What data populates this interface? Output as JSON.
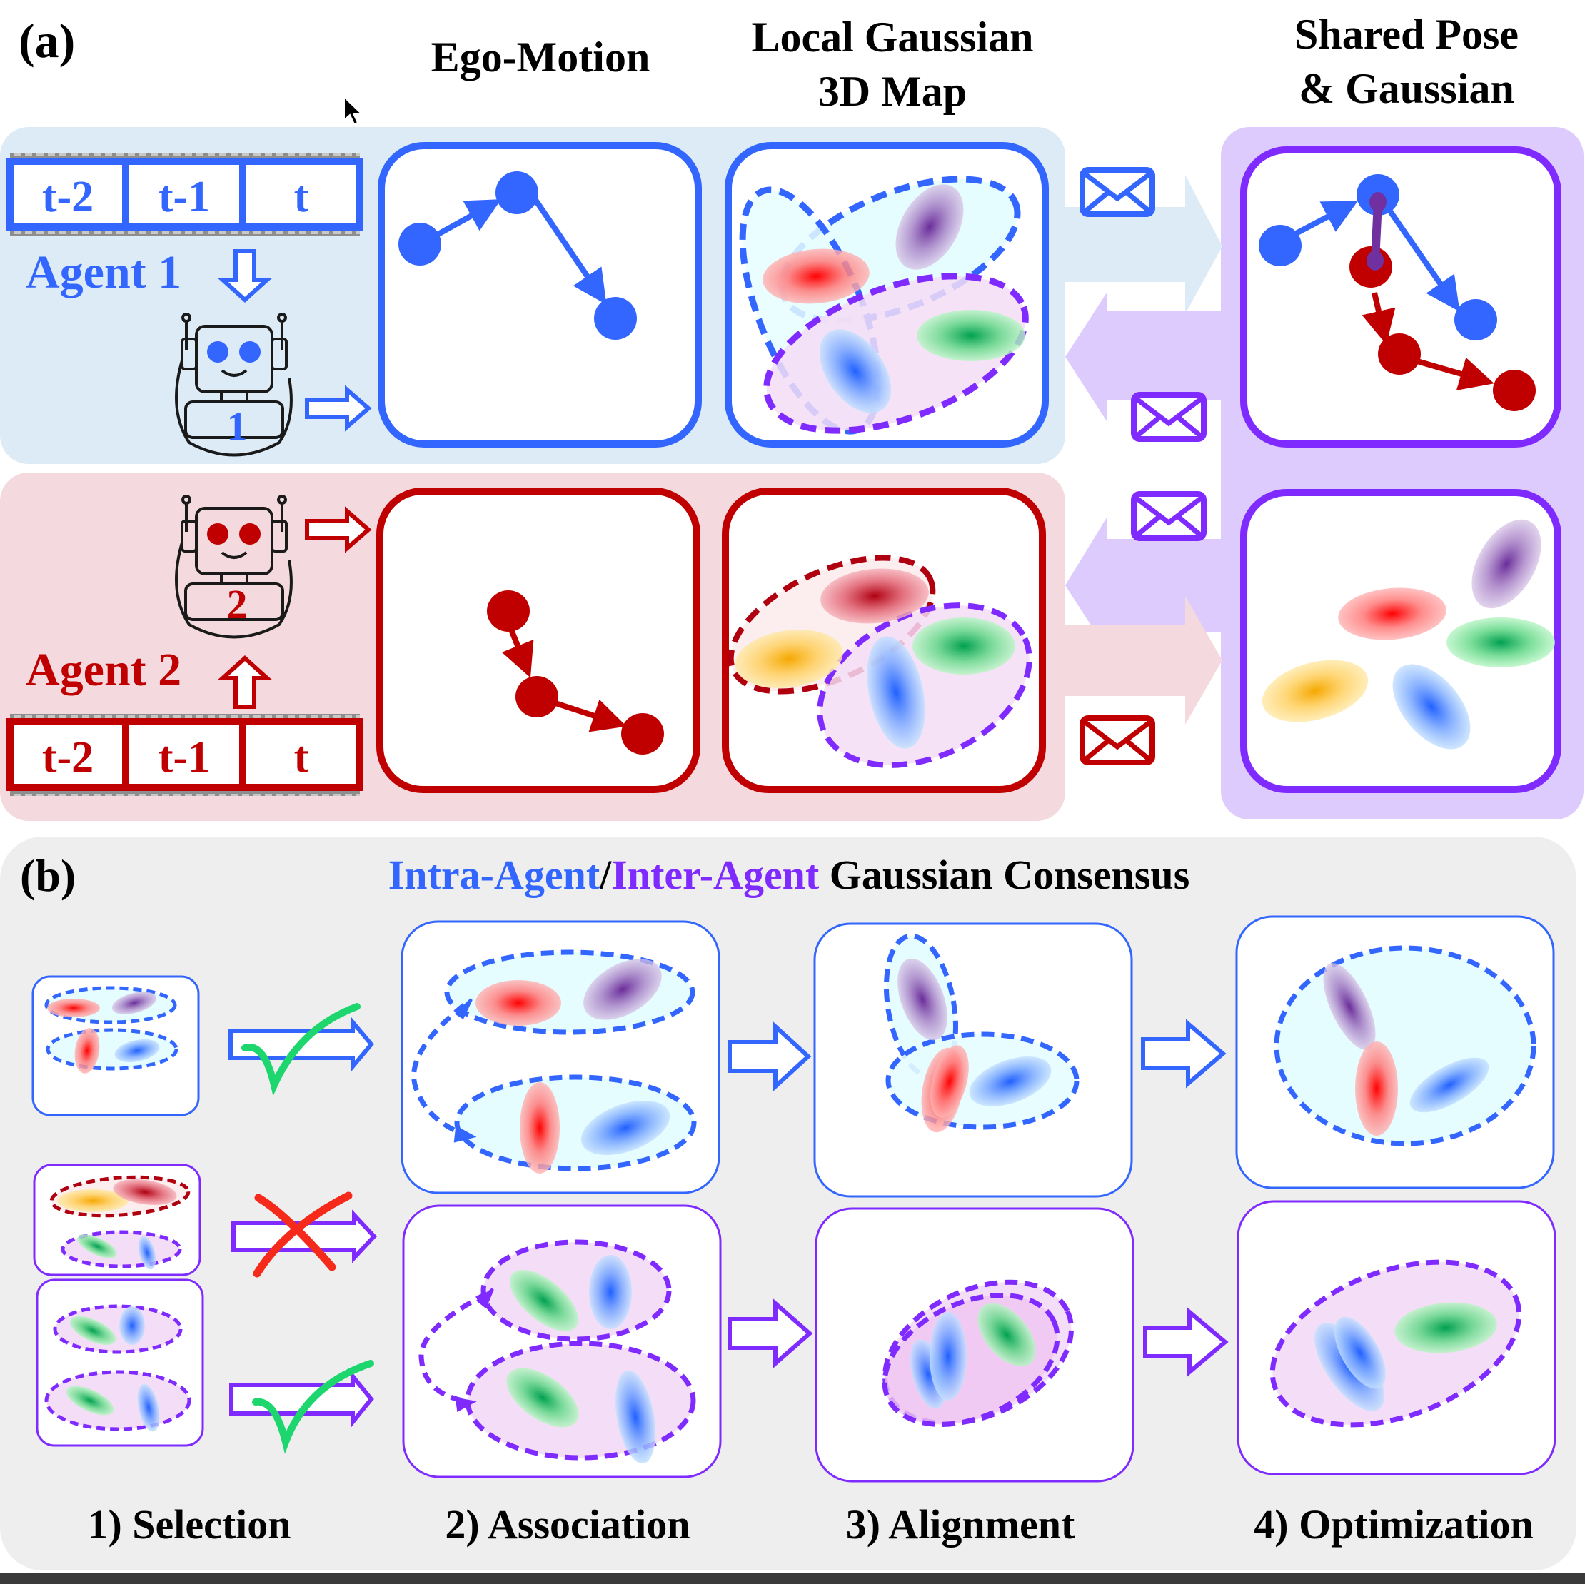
{
  "colors": {
    "blue": "#3366FF",
    "red": "#C00000",
    "purple": "#7F2BFF",
    "agent1_bg": "#DDEBF7",
    "agent2_bg": "#F4D9DE",
    "shared_bg": "#DCCBFC",
    "panel_b_bg": "#EEEEEE",
    "check_green": "#1ED66E",
    "cross_red": "#F52A1A"
  },
  "part_a": {
    "label": "(a)",
    "headings": {
      "ego_motion": "Ego-Motion",
      "local_map_line1": "Local Gaussian",
      "local_map_line2": "3D Map",
      "shared_line1": "Shared Pose",
      "shared_line2": "& Gaussian"
    },
    "agent1": {
      "name": "Agent 1",
      "robot_number": "1",
      "frames": [
        "t-2",
        "t-1",
        "t"
      ]
    },
    "agent2": {
      "name": "Agent 2",
      "robot_number": "2",
      "frames": [
        "t-2",
        "t-1",
        "t"
      ]
    }
  },
  "part_b": {
    "label": "(b)",
    "title_intra": "Intra-Agent",
    "title_sep": "/",
    "title_inter": "Inter-Agent",
    "title_rest": " Gaussian Consensus",
    "steps": [
      "1) Selection",
      "2) Association",
      "3) Alignment",
      "4) Optimization"
    ]
  }
}
